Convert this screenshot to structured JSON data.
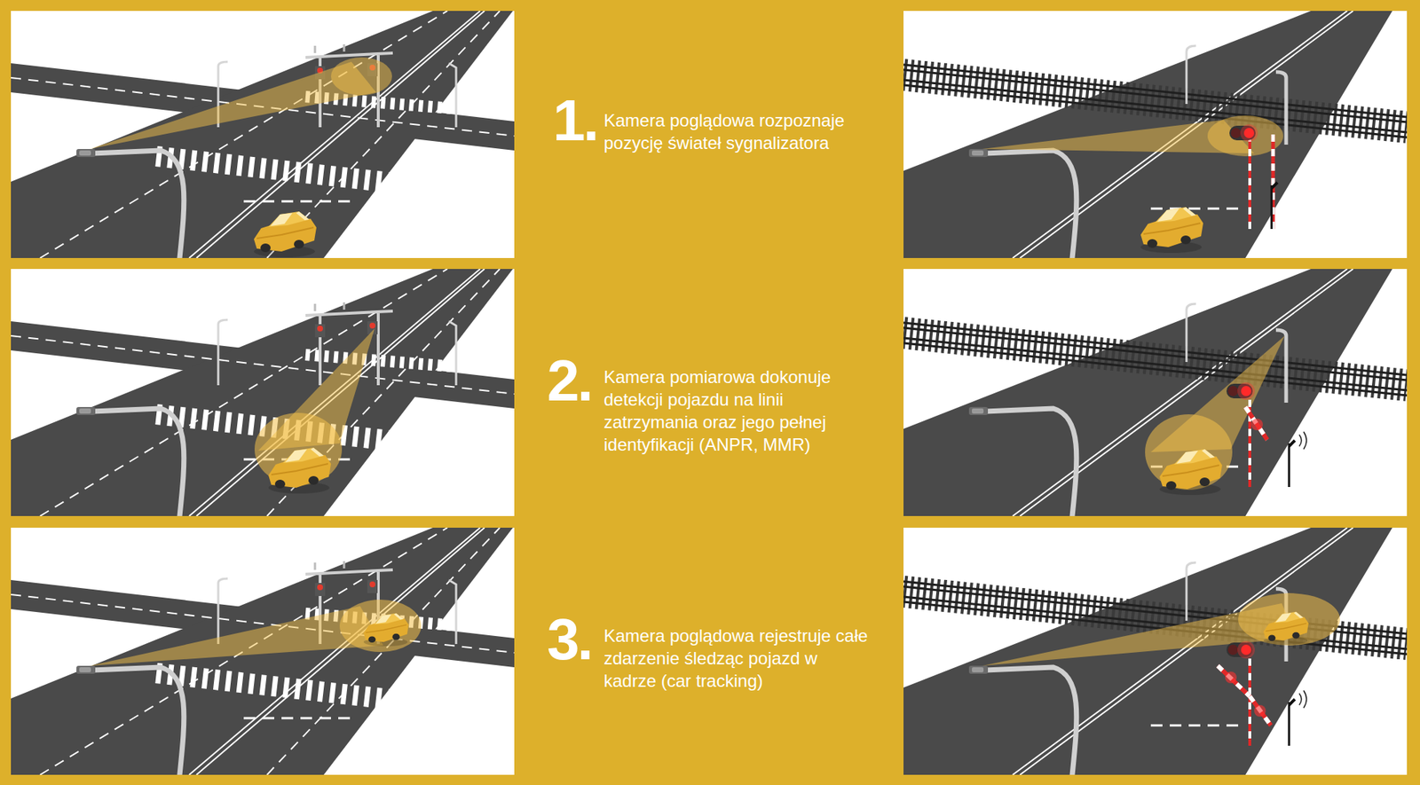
{
  "diagram": {
    "labels": [
      "1.",
      "Kamera poglądowa rozpoznaje pozycję świateł sygnalizatora",
      "2.",
      "Kamera pomiarowa dokonuje detekcji pojazdu na linii zatrzymania oraz jego pełnej identyfikacji (ANPR, MMR)",
      "3.",
      "Kamera poglądowa rejestruje całe zdarzenie śledząc pojazd w kadrze (car tracking)"
    ]
  }
}
